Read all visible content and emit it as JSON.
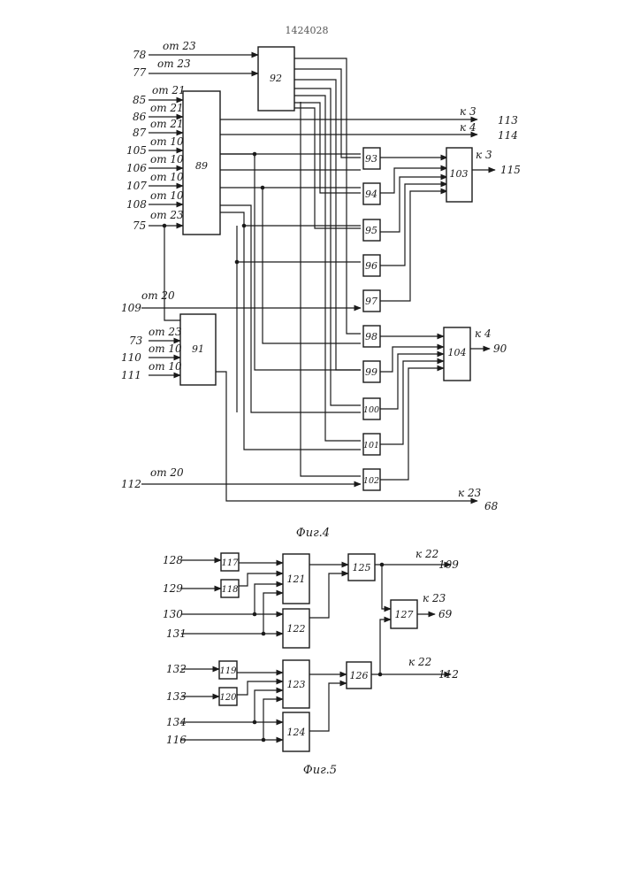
{
  "page_number": "1424028",
  "fig4": {
    "caption": "Фиг.4",
    "inputs": [
      {
        "num": "78",
        "src": "от 23"
      },
      {
        "num": "77",
        "src": "от 23"
      },
      {
        "num": "85",
        "src": "от 21"
      },
      {
        "num": "86",
        "src": "от 21"
      },
      {
        "num": "87",
        "src": "от 21"
      },
      {
        "num": "105",
        "src": "от 10"
      },
      {
        "num": "106",
        "src": "от 10"
      },
      {
        "num": "107",
        "src": "от 10"
      },
      {
        "num": "108",
        "src": "от 10"
      },
      {
        "num": "75",
        "src": "от 23"
      },
      {
        "num": "109",
        "src": "от 20"
      },
      {
        "num": "73",
        "src": "от 23"
      },
      {
        "num": "110",
        "src": "от 10"
      },
      {
        "num": "111",
        "src": "от 10"
      },
      {
        "num": "112",
        "src": "от 20"
      }
    ],
    "blocks": [
      "92",
      "89",
      "91",
      "93",
      "94",
      "95",
      "96",
      "97",
      "98",
      "99",
      "100",
      "101",
      "102",
      "103",
      "104"
    ],
    "outputs": [
      {
        "num": "113",
        "dst": "к 3"
      },
      {
        "num": "114",
        "dst": "к 4"
      },
      {
        "num": "115",
        "dst": "к 3"
      },
      {
        "num": "90",
        "dst": "к 4"
      },
      {
        "num": "68",
        "dst": "к 23"
      }
    ]
  },
  "fig5": {
    "caption": "Фиг.5",
    "inputs": [
      "128",
      "129",
      "130",
      "131",
      "132",
      "133",
      "134",
      "116"
    ],
    "blocks": [
      "117",
      "118",
      "121",
      "122",
      "125",
      "119",
      "120",
      "123",
      "124",
      "126",
      "127"
    ],
    "outputs": [
      {
        "num": "109",
        "dst": "к 22"
      },
      {
        "num": "69",
        "dst": "к 23"
      },
      {
        "num": "112",
        "dst": "к 22"
      }
    ]
  }
}
